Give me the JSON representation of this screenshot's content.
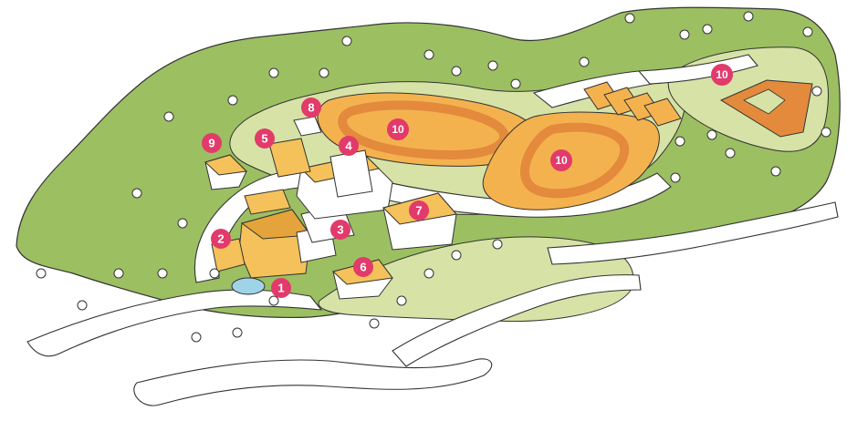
{
  "colors": {
    "forest": "#9cbf62",
    "forest_dark": "#7fa24a",
    "lawn": "#d7e3a6",
    "road": "#ffffff",
    "building": "#f5c15a",
    "building_dark": "#e4a43b",
    "track": "#f4b24f",
    "track_lane": "#e38a3c",
    "court": "#f4b24f",
    "marker": "#e23a6b",
    "outline": "#333333",
    "fountain": "#9fd3e8"
  },
  "markers": [
    {
      "id": "1",
      "label": "1"
    },
    {
      "id": "2",
      "label": "2"
    },
    {
      "id": "3",
      "label": "3"
    },
    {
      "id": "4",
      "label": "4"
    },
    {
      "id": "5",
      "label": "5"
    },
    {
      "id": "6",
      "label": "6"
    },
    {
      "id": "7",
      "label": "7"
    },
    {
      "id": "8",
      "label": "8"
    },
    {
      "id": "9",
      "label": "9"
    },
    {
      "id": "10a",
      "label": "10"
    },
    {
      "id": "10b",
      "label": "10"
    },
    {
      "id": "10c",
      "label": "10"
    }
  ]
}
